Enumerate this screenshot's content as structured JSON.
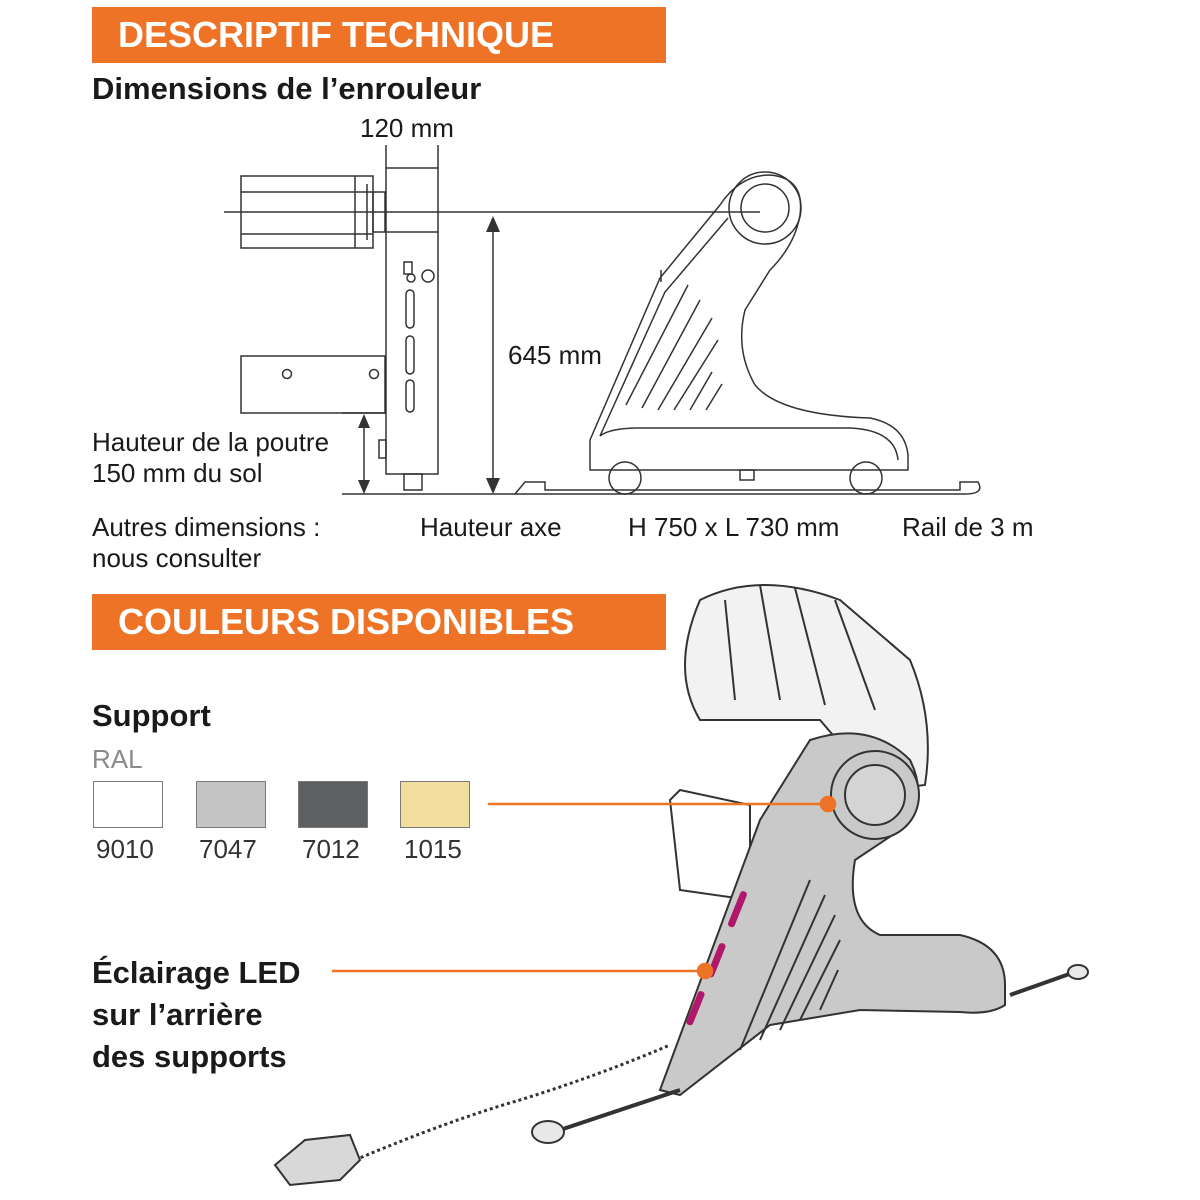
{
  "header": {
    "title": "DESCRIPTIF TECHNIQUE"
  },
  "dimensions": {
    "title": "Dimensions de l’enrouleur",
    "width_label": "120 mm",
    "height_label": "645 mm",
    "beam_label_line1": "Hauteur de la poutre",
    "beam_label_line2": "150 mm du sol",
    "other_line1": "Autres dimensions :",
    "other_line2": "nous consulter",
    "axis_label": "Hauteur axe",
    "size_label": "H 750 x L 730 mm",
    "rail_label": "Rail de 3 m"
  },
  "colors_section": {
    "title": "COULEURS DISPONIBLES",
    "support_title": "Support",
    "ral_label": "RAL",
    "swatches": [
      {
        "code": "9010",
        "color": "#ffffff"
      },
      {
        "code": "7047",
        "color": "#c4c4c5"
      },
      {
        "code": "7012",
        "color": "#5e5f61"
      },
      {
        "code": "1015",
        "color": "#f1dd9e"
      }
    ],
    "led_line1": "Éclairage LED",
    "led_line2": "sur l’arrière",
    "led_line3": "des supports"
  },
  "accent_color": "#ee7326"
}
